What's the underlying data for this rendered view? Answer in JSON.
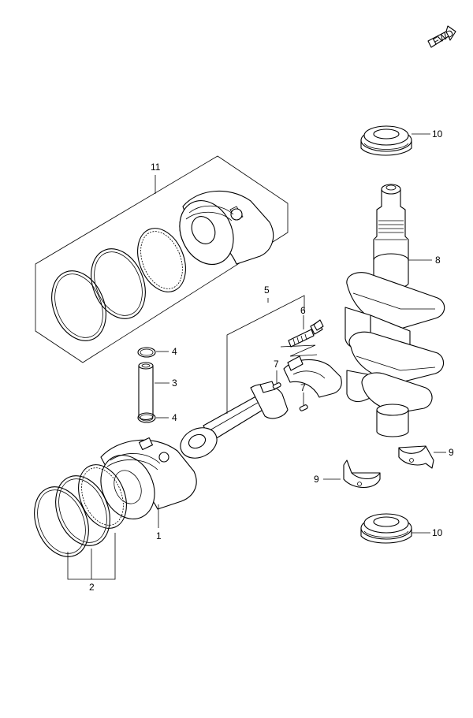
{
  "fwd_label": "FWD",
  "callouts": {
    "c1": "1",
    "c2": "2",
    "c3": "3",
    "c4a": "4",
    "c4b": "4",
    "c5": "5",
    "c6": "6",
    "c7a": "7",
    "c7b": "7",
    "c8": "8",
    "c9a": "9",
    "c9b": "9",
    "c10a": "10",
    "c10b": "10",
    "c11": "11"
  }
}
